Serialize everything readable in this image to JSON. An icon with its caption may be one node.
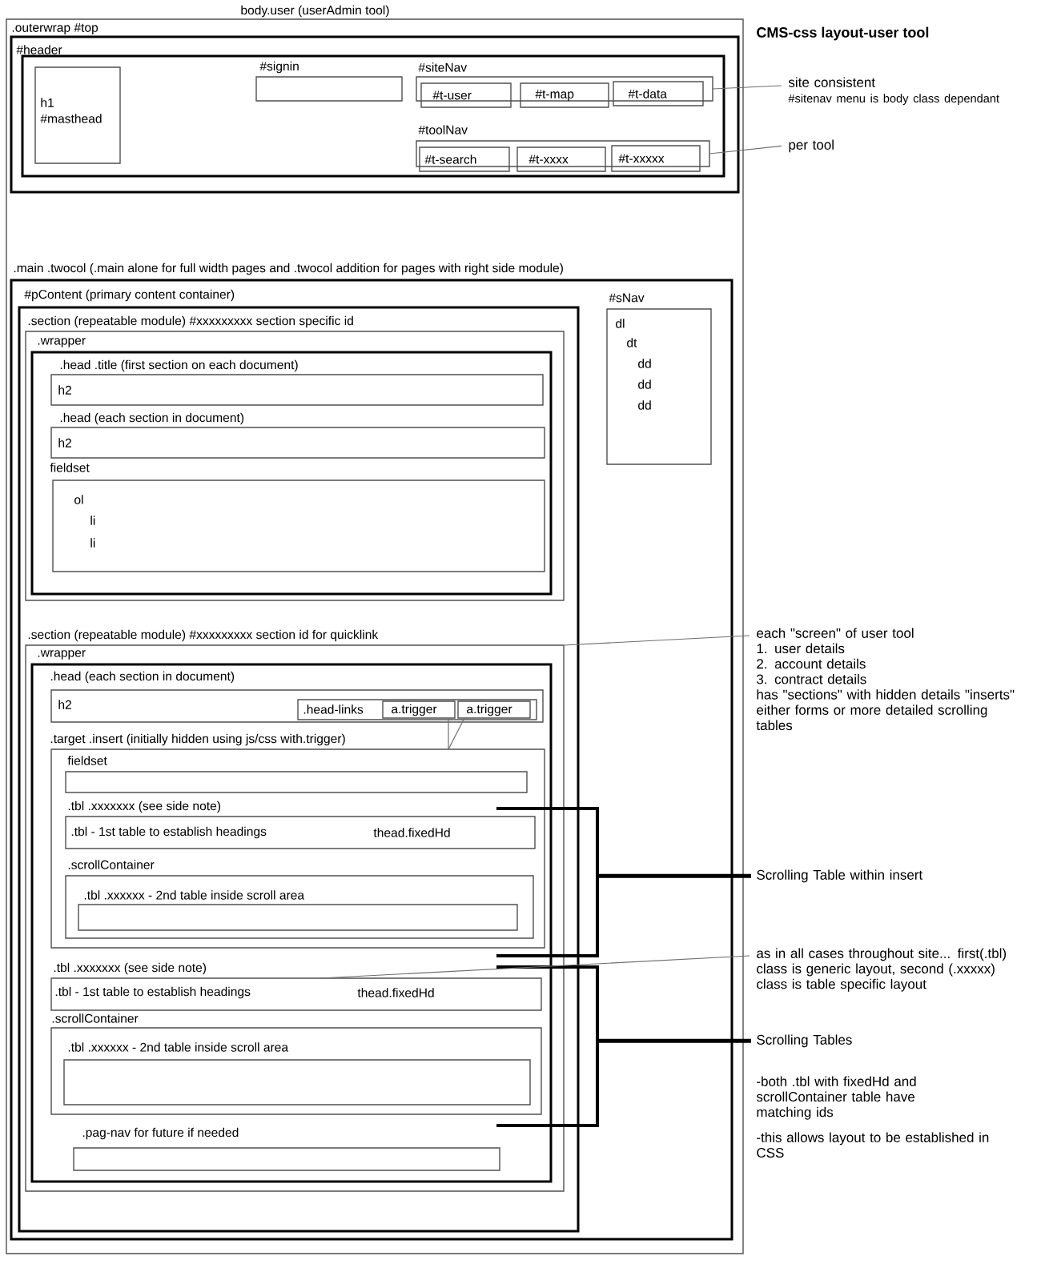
{
  "diagram": {
    "title": "CMS-css layout-user tool",
    "nodes": [
      {
        "text": [
          ".outerwrap #top"
        ]
      },
      {
        "text": [
          "#header"
        ],
        "in": 0
      },
      {
        "text": [],
        "shape": "box",
        "in": 1
      },
      {
        "text": [
          "h1",
          "#masthead"
        ],
        "in": 2
      },
      {
        "text": [
          "#signin"
        ],
        "in": 2
      },
      {
        "text": [
          "#siteNav"
        ],
        "in": 2
      },
      {
        "text": [
          "#t-user"
        ],
        "in": 5
      },
      {
        "text": [
          "#t-map"
        ],
        "in": 5
      },
      {
        "text": [
          "#t-data"
        ],
        "in": 5
      },
      {
        "text": [
          "#toolNav"
        ],
        "in": 2
      },
      {
        "text": [
          "#t-search"
        ],
        "in": 9
      },
      {
        "text": [
          "#t-xxxx"
        ],
        "in": 9
      },
      {
        "text": [
          "#t-xxxxx"
        ],
        "in": 9
      },
      {
        "text": [
          "site consistent",
          "#sitenav menu is body class dependant"
        ]
      },
      {
        "text": [
          "per tool"
        ]
      },
      {
        "text": [
          ".main .twocol (.main alone for full width pages and .twocol addition for pages with right side module)"
        ],
        "in": 0
      },
      {
        "text": [
          "#pContent (primary content container)"
        ],
        "in": 15
      },
      {
        "text": [
          "#sNav",
          "dl",
          "dt",
          "dd",
          "dd",
          "dd"
        ],
        "in": 15
      },
      {
        "text": [
          ".section (repeatable module) #xxxxxxxxx section specific id"
        ],
        "in": 16
      },
      {
        "text": [
          ".wrapper"
        ],
        "in": 18
      },
      {
        "text": [
          ".head .title (first section on each document)",
          "h2"
        ],
        "in": 19
      },
      {
        "text": [
          ".head (each section in document)",
          "h2"
        ],
        "in": 19
      },
      {
        "text": [
          "fieldset",
          "ol",
          "li",
          "li"
        ],
        "in": 19
      },
      {
        "text": [
          ".section (repeatable module) #xxxxxxxxx section id for quicklink"
        ],
        "in": 16
      },
      {
        "text": [
          ".wrapper"
        ],
        "in": 23
      },
      {
        "text": [
          ".head (each section in document)",
          "h2"
        ],
        "in": 24
      },
      {
        "text": [
          ".head-links"
        ],
        "in": 25
      },
      {
        "text": [
          "a.trigger"
        ],
        "in": 26
      },
      {
        "text": [
          "a.trigger"
        ],
        "in": 26
      },
      {
        "text": [
          ".target .insert (initially hidden using js/css with.trigger)"
        ],
        "in": 24
      },
      {
        "text": [
          "fieldset"
        ],
        "in": 29
      },
      {
        "text": [
          ".tbl .xxxxxxx (see side note)",
          ".tbl - 1st table to establish headings",
          "thead.fixedHd"
        ],
        "in": 29
      },
      {
        "text": [
          ".scrollContainer"
        ],
        "in": 29
      },
      {
        "text": [
          ".tbl .xxxxxx - 2nd table inside scroll area"
        ],
        "in": 32
      },
      {
        "text": [
          ".tbl .xxxxxxx (see side note)",
          ".tbl - 1st table to establish headings",
          "thead.fixedHd"
        ],
        "in": 24
      },
      {
        "text": [
          ".scrollContainer"
        ],
        "in": 24
      },
      {
        "text": [
          ".tbl .xxxxxx - 2nd table inside scroll area"
        ],
        "in": 35
      },
      {
        "text": [
          ".pag-nav for future if needed"
        ],
        "in": 24
      },
      {
        "text": [
          "each \"screen\" of user tool",
          "1. user details",
          "2. account details",
          "3. contract details",
          "has \"sections\" with hidden details \"inserts\"",
          "either forms or more detailed scrolling tables"
        ]
      },
      {
        "text": [
          "Scrolling Table within insert"
        ]
      },
      {
        "text": [
          "as in all cases throughout site... first(.tbl) class is generic layout, second (.xxxxx) class is table specific layout"
        ]
      },
      {
        "text": [
          "Scrolling Tables"
        ]
      },
      {
        "text": [],
        "shape": "bracket",
        "in": 15
      },
      {
        "text": [],
        "shape": "bracket",
        "in": 15
      }
    ],
    "edges": [
      {
        "from": 13,
        "to": 5,
        "arrow": "none"
      },
      {
        "from": 14,
        "to": 9,
        "arrow": "none"
      },
      {
        "from": 27,
        "to": 29,
        "arrow": "none"
      },
      {
        "from": 28,
        "to": 29,
        "arrow": "none"
      },
      {
        "from": 38,
        "to": 23,
        "arrow": "none"
      },
      {
        "from": 40,
        "to": 34,
        "arrow": "none"
      },
      {
        "from": 39,
        "to": 42,
        "arrow": "none",
        "style": "thick",
        "color": "#000000"
      },
      {
        "from": 41,
        "to": 43,
        "arrow": "none",
        "style": "thick",
        "color": "#000000"
      }
    ],
    "labels": [
      "body.user (userAdmin tool)",
      "-both .tbl with fixedHd and scrollContainer table have matching ids",
      "-this allows layout to be established in CSS"
    ]
  }
}
